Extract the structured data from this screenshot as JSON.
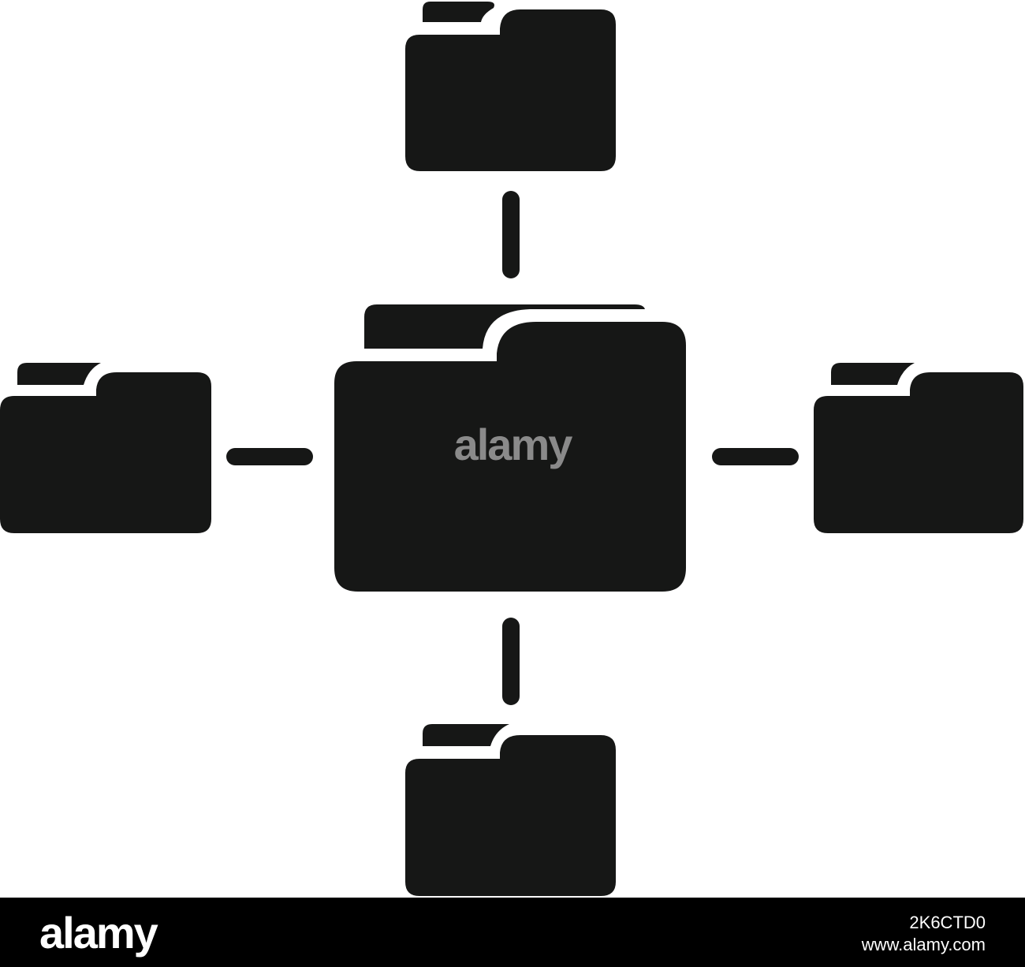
{
  "colors": {
    "icon": "#161716",
    "background": "#ffffff",
    "footer": "#000000",
    "watermark": "#8a8a8a"
  },
  "diagram": {
    "icon_names": [
      "folder-icon",
      "connector-line"
    ],
    "watermark_text": "alamy"
  },
  "footer": {
    "logo": "alamy",
    "image_id": "2K6CTD0",
    "site": "www.alamy.com"
  }
}
